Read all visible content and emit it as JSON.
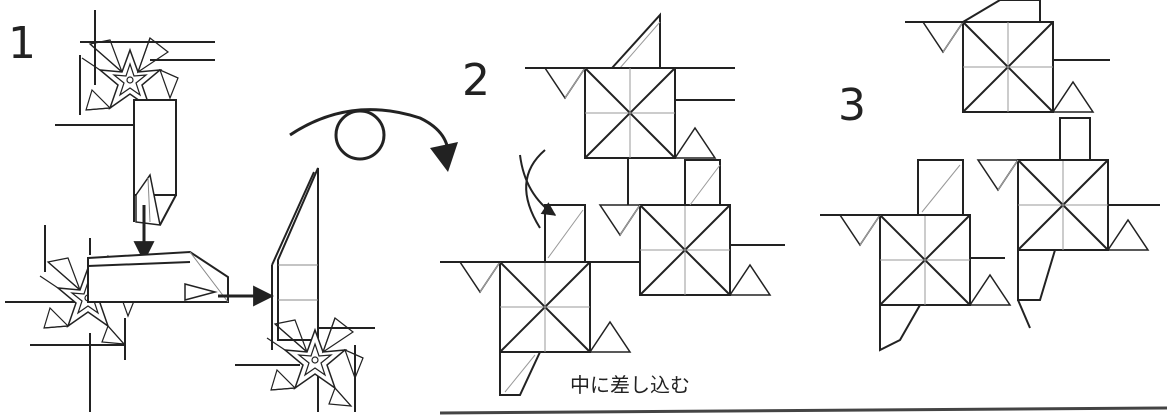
{
  "steps": [
    {
      "number": "1"
    },
    {
      "number": "2"
    },
    {
      "number": "3"
    }
  ],
  "caption": "中に差し込む",
  "icons": {
    "turn_over": "circle-with-curved-arrow-icon",
    "insert_arrow": "down-arrow-icon",
    "tuck_arrow": "right-arrow-icon"
  },
  "colors": {
    "ink": "#222222",
    "fold_line": "#888888",
    "paper": "#ffffff"
  }
}
